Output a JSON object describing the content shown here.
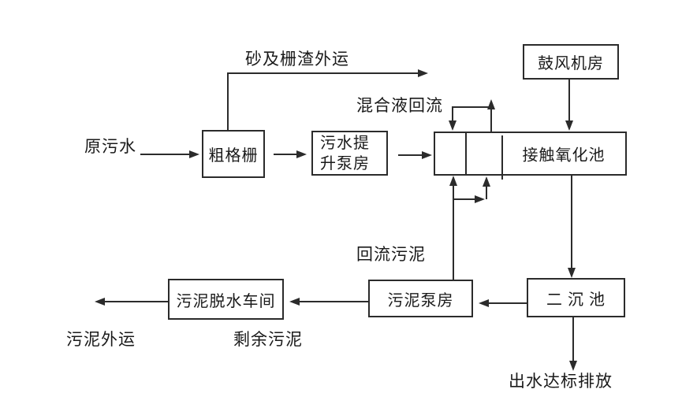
{
  "diagram": {
    "nodes": {
      "coarse_screen": {
        "label": "粗格栅"
      },
      "sewage_lift_pump": {
        "label_line1": "污水提",
        "label_line2": "升泵房"
      },
      "contact_oxidation_tank": {
        "label": "接触氧化池"
      },
      "blower_room": {
        "label": "鼓风机房"
      },
      "sludge_dewatering_workshop": {
        "label": "污泥脱水车间"
      },
      "sludge_pump_house": {
        "label": "污泥泵房"
      },
      "secondary_clarifier": {
        "label": "二 沉 池"
      }
    },
    "labels": {
      "raw_sewage": "原污水",
      "sand_and_screenings_out": "砂及栅渣外运",
      "mixed_liquor_return": "混合液回流",
      "return_sludge": "回流污泥",
      "sludge_out": "污泥外运",
      "excess_sludge": "剩余污泥",
      "effluent_discharge": "出水达标排放"
    },
    "edges": [
      {
        "from": "raw_sewage",
        "to": "coarse_screen"
      },
      {
        "from": "coarse_screen",
        "to": "sand_and_screenings_out"
      },
      {
        "from": "coarse_screen",
        "to": "sewage_lift_pump"
      },
      {
        "from": "sewage_lift_pump",
        "to": "contact_oxidation_tank"
      },
      {
        "from": "contact_oxidation_tank",
        "to": "contact_oxidation_tank",
        "label": "mixed_liquor_return"
      },
      {
        "from": "blower_room",
        "to": "contact_oxidation_tank"
      },
      {
        "from": "contact_oxidation_tank",
        "to": "secondary_clarifier"
      },
      {
        "from": "secondary_clarifier",
        "to": "sludge_pump_house"
      },
      {
        "from": "sludge_pump_house",
        "to": "contact_oxidation_tank",
        "label": "return_sludge"
      },
      {
        "from": "sludge_pump_house",
        "to": "sludge_dewatering_workshop",
        "label": "excess_sludge"
      },
      {
        "from": "sludge_dewatering_workshop",
        "to": "sludge_out"
      },
      {
        "from": "secondary_clarifier",
        "to": "effluent_discharge"
      }
    ],
    "colors": {
      "line": "#2b2b2b",
      "text": "#1a1a1a",
      "background": "#ffffff"
    }
  }
}
